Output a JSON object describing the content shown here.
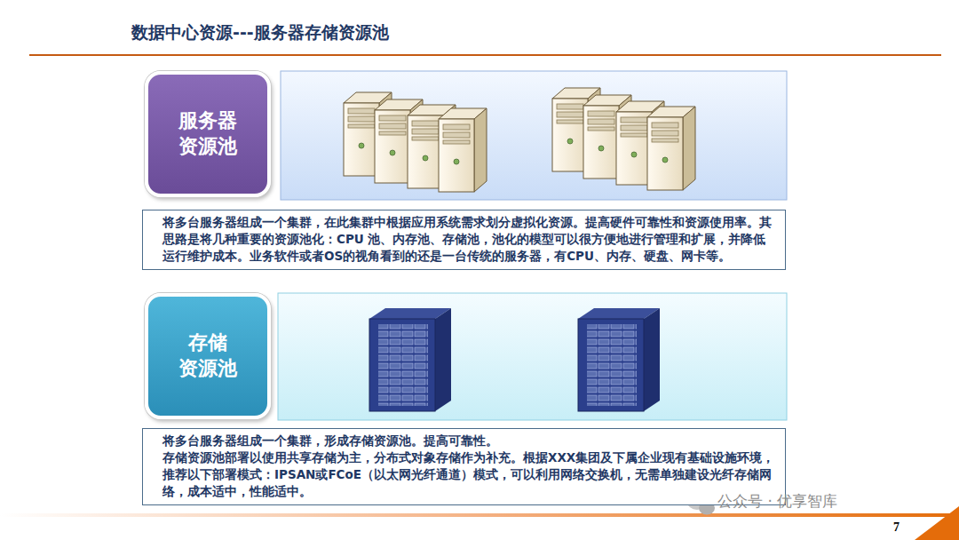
{
  "diagram": {
    "title": "数据中心资源---服务器存储资源池",
    "nodes": [
      {
        "text": [
          "服务器 资源池"
        ]
      },
      {
        "text": [
          "将多台服务器组成一个集群，在此集群中根据应用系统需求划分虚拟化资源。提高硬件可靠性和资源使用率。其思路是将几种重要的资源池化：CPU 池、内存池、存储池，池化的模型可以很方便地进行管理和扩展，并降低运行维护成本。业务软件或者OS的视角看到的还是一台传统的服务器，有CPU、内存、硬盘、网卡等。"
        ]
      },
      {
        "text": [
          "存储 资源池"
        ]
      },
      {
        "text": [
          "将多台服务器组成一个集群，形成存储资源池。提高可靠性。",
          "存储资源池部署以使用共享存储为主，分布式对象存储作为补充。根据XXX集团及下属企业现有基础设施环境，推荐以下部署模式：IPSAN或FCoE（以太网光纤通道）模式，可以利用网络交换机，无需单独建设光纤存储网络，成本适中，性能适中。"
        ]
      }
    ],
    "labels": [
      "公众号 · 优享智库",
      "7"
    ]
  }
}
